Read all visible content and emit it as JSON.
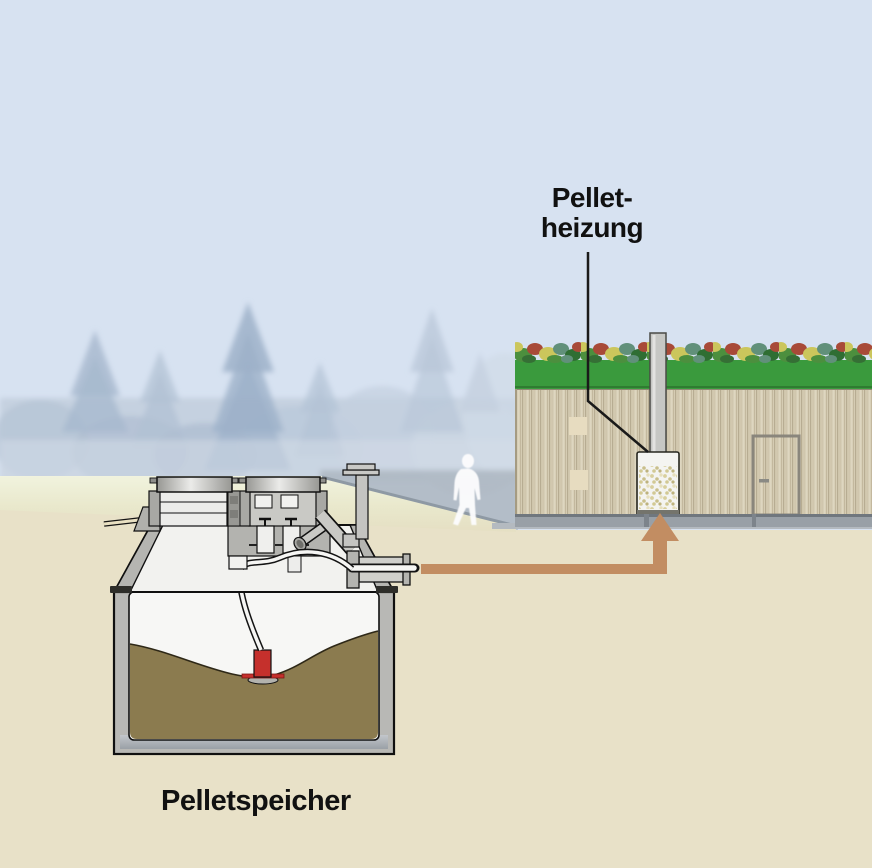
{
  "labels": {
    "pellet_heating_line1": "Pellet-",
    "pellet_heating_line2": "heizung",
    "pellet_storage": "Pelletspeicher"
  },
  "colors": {
    "sky": "#d7e2f1",
    "forest-mist": "#b3c2d6",
    "lawn-light": "#f0f2dc",
    "lawn-dark": "#e2ddc0",
    "soil": "#e8e1c8",
    "wall-wood": "#d5ccb3",
    "roof-green": "#3a9a3d",
    "chimney-gray": "#c6c7c4",
    "heater-white": "#f4f4f1",
    "foundation-gray": "#99a0a7",
    "arrow-brown": "#c28d62",
    "tank-gray": "#b8b8b5",
    "tank-interior": "#f7f7f5",
    "pellets-brown": "#8b7b4f",
    "probe-red": "#c5302c",
    "outline-black": "#141414",
    "label-text": "#111111"
  }
}
